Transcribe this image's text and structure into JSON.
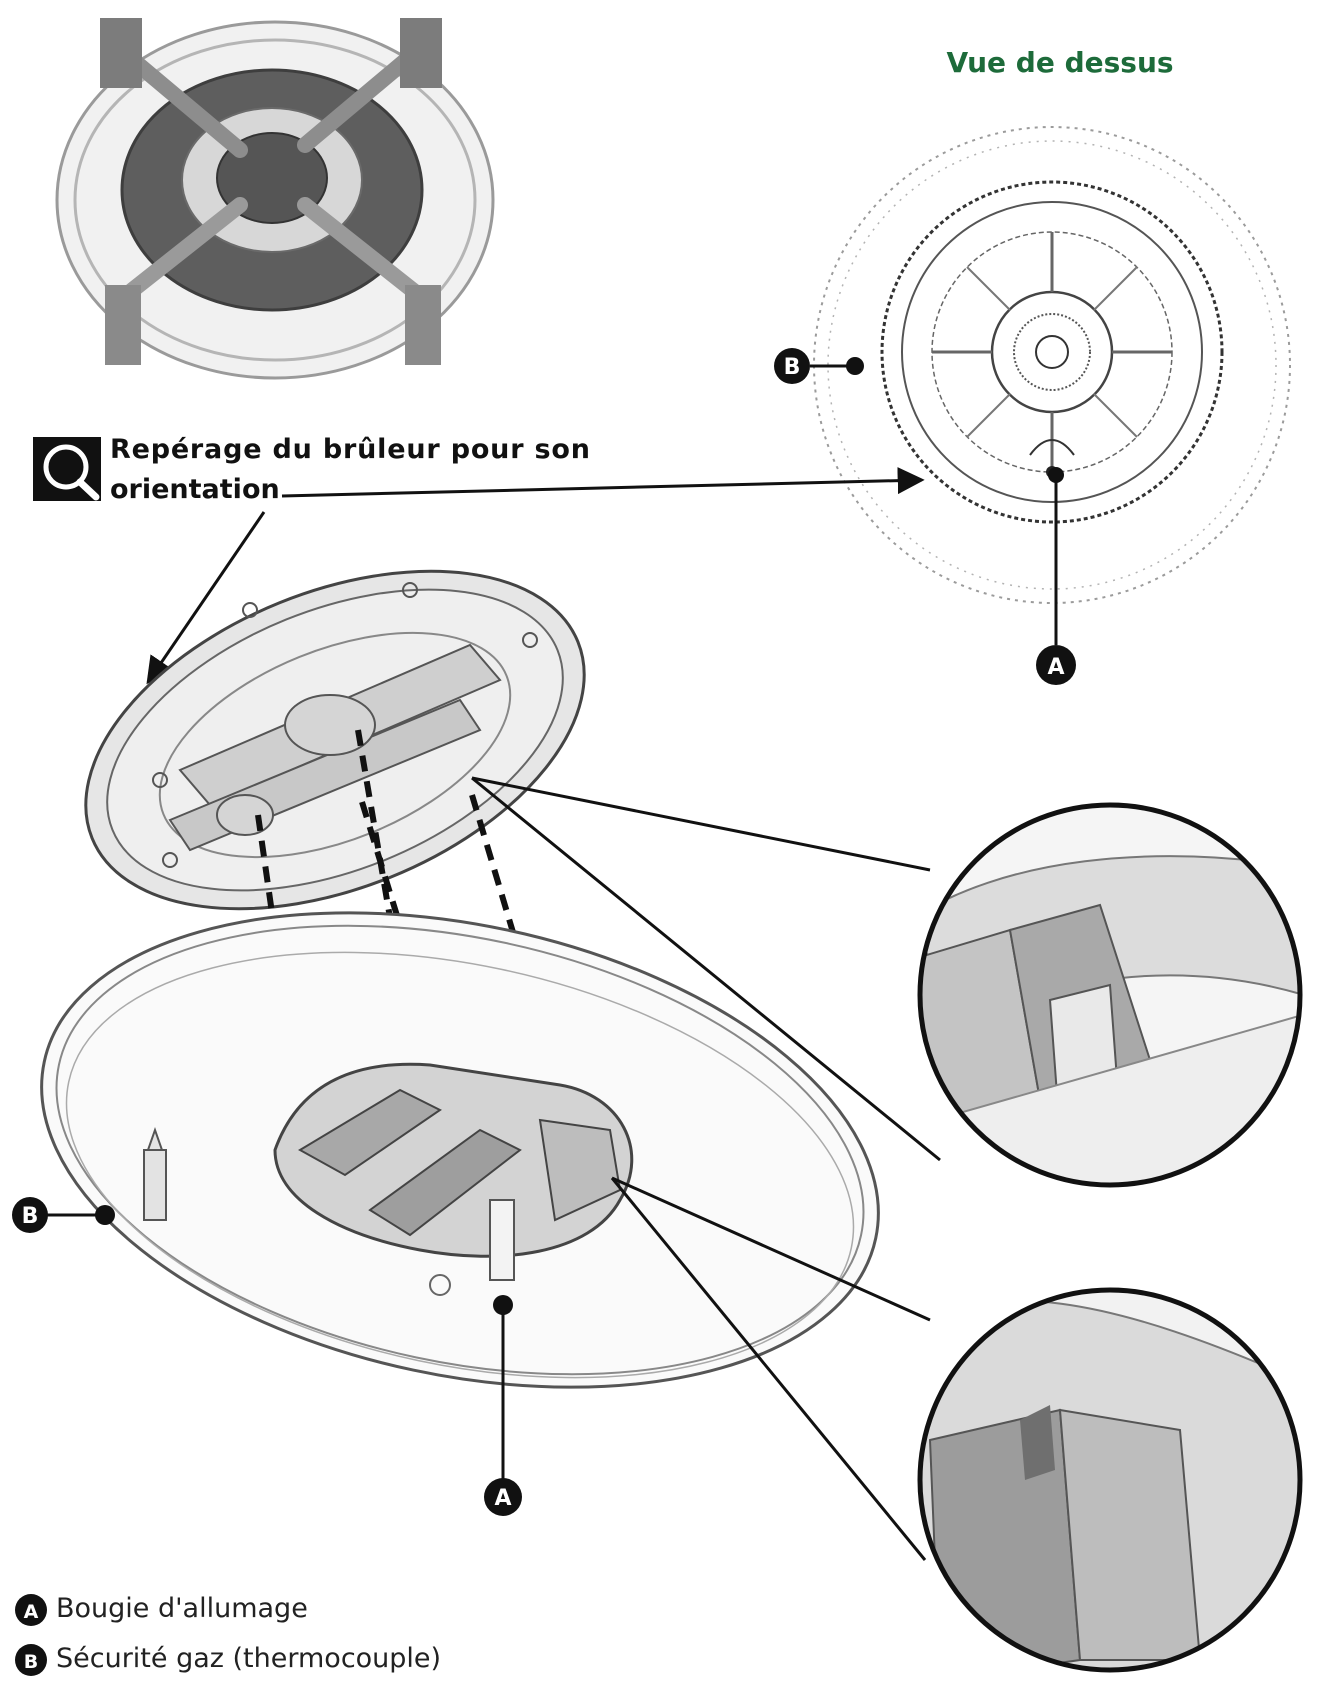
{
  "top_view_title": "Vue de dessus",
  "callout": {
    "line1": "Repérage du brûleur pour son",
    "line2": "orientation",
    "icon": "magnifier-icon"
  },
  "markers": {
    "a": "A",
    "b": "B"
  },
  "legend": [
    {
      "letter": "A",
      "text": "Bougie d'allumage"
    },
    {
      "letter": "B",
      "text": "Sécurité gaz (thermocouple)"
    }
  ],
  "colors": {
    "title_green": "#1d6b3a",
    "ink": "#111111",
    "metal_dark": "#5a5a5a",
    "metal_light": "#d9d9d9"
  }
}
